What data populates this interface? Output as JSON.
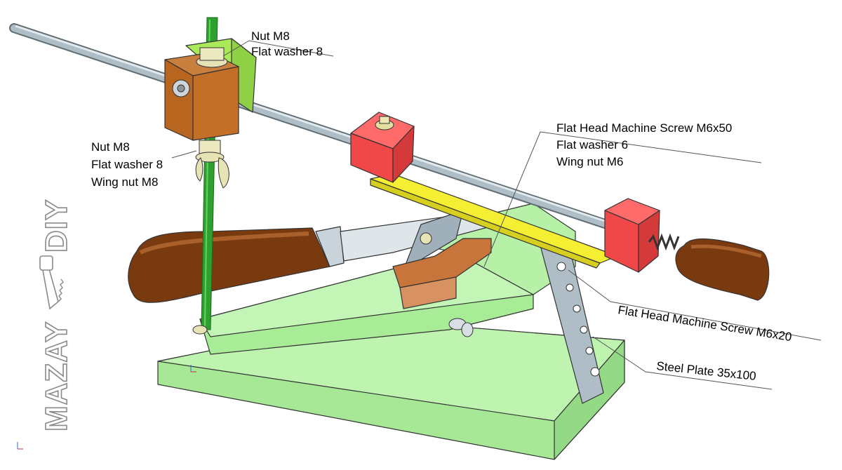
{
  "labels": {
    "nut_top": "Nut M8",
    "washer_top": "Flat washer 8",
    "nut_left": "Nut M8",
    "washer_left": "Flat washer 8",
    "wingnut_left": "Wing nut M8",
    "screw_top": "Flat Head Machine Screw M6x50",
    "washer_right": "Flat washer 6",
    "wingnut_right": "Wing nut M6",
    "screw_mid": "Flat Head Machine Screw M6x20",
    "plate": "Steel Plate 35x100"
  },
  "watermark": {
    "left": "MAZAY",
    "right": "DIY",
    "saw_icon": "hand-saw-icon"
  },
  "colors": {
    "base": "#b9f0a9",
    "base_edge": "#5e8f53",
    "rod": "#a9b9c3",
    "vertical_rod": "#2ea02e",
    "clamp_block": "#f04848",
    "guide_block": "#b7651f",
    "yellow_bar": "#f3ef3c",
    "handle": "#7a3a10",
    "steel_plate": "#a8b6bf"
  }
}
